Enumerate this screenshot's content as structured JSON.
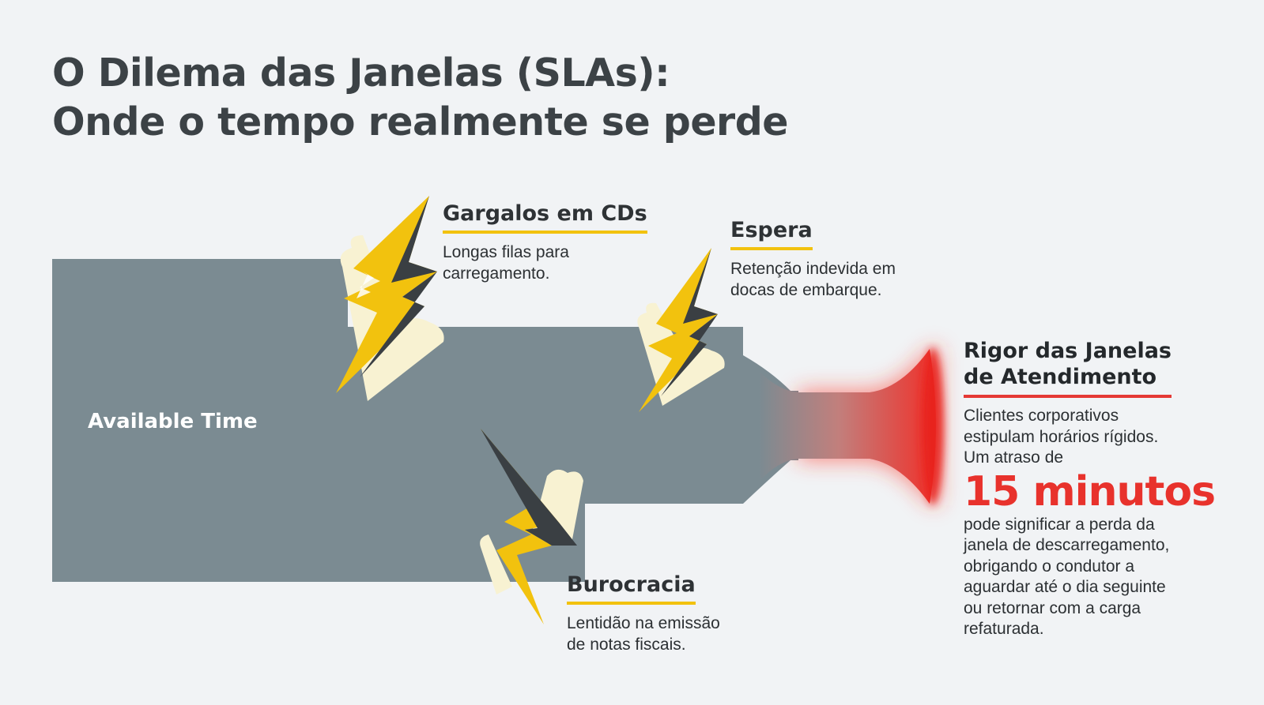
{
  "title": {
    "line1": "O Dilema das Janelas (SLAs):",
    "line2": "Onde o tempo realmente se perde"
  },
  "flow": {
    "label": "Available Time",
    "color": "#7b8b92"
  },
  "callouts": {
    "gargalos": {
      "heading": "Gargalos em CDs",
      "line1": "Longas filas para",
      "line2": "carregamento."
    },
    "espera": {
      "heading": "Espera",
      "line1": "Retenção indevida em",
      "line2": "docas de embarque."
    },
    "burocracia": {
      "heading": "Burocracia",
      "line1": "Lentidão na emissão",
      "line2": "de notas fiscais."
    }
  },
  "sla": {
    "heading_line1": "Rigor das Janelas",
    "heading_line2": "de Atendimento",
    "intro": [
      "Clientes corporativos",
      "estipulam horários rígidos.",
      "Um atraso de"
    ],
    "highlight": "15 minutos",
    "outro": [
      "pode significar a perda da",
      "janela de descarregamento,",
      "obrigando o condutor a",
      "aguardar até o dia seguinte",
      "ou retornar com a carga",
      "refaturada."
    ]
  },
  "colors": {
    "accent_yellow": "#f2c20e",
    "alert_red": "#e8322c",
    "bolt_dark": "#3a3f43",
    "background": "#f1f3f5"
  },
  "icons": [
    "lightning-bolt-icon",
    "lightning-bolt-icon",
    "lightning-bolt-icon"
  ]
}
